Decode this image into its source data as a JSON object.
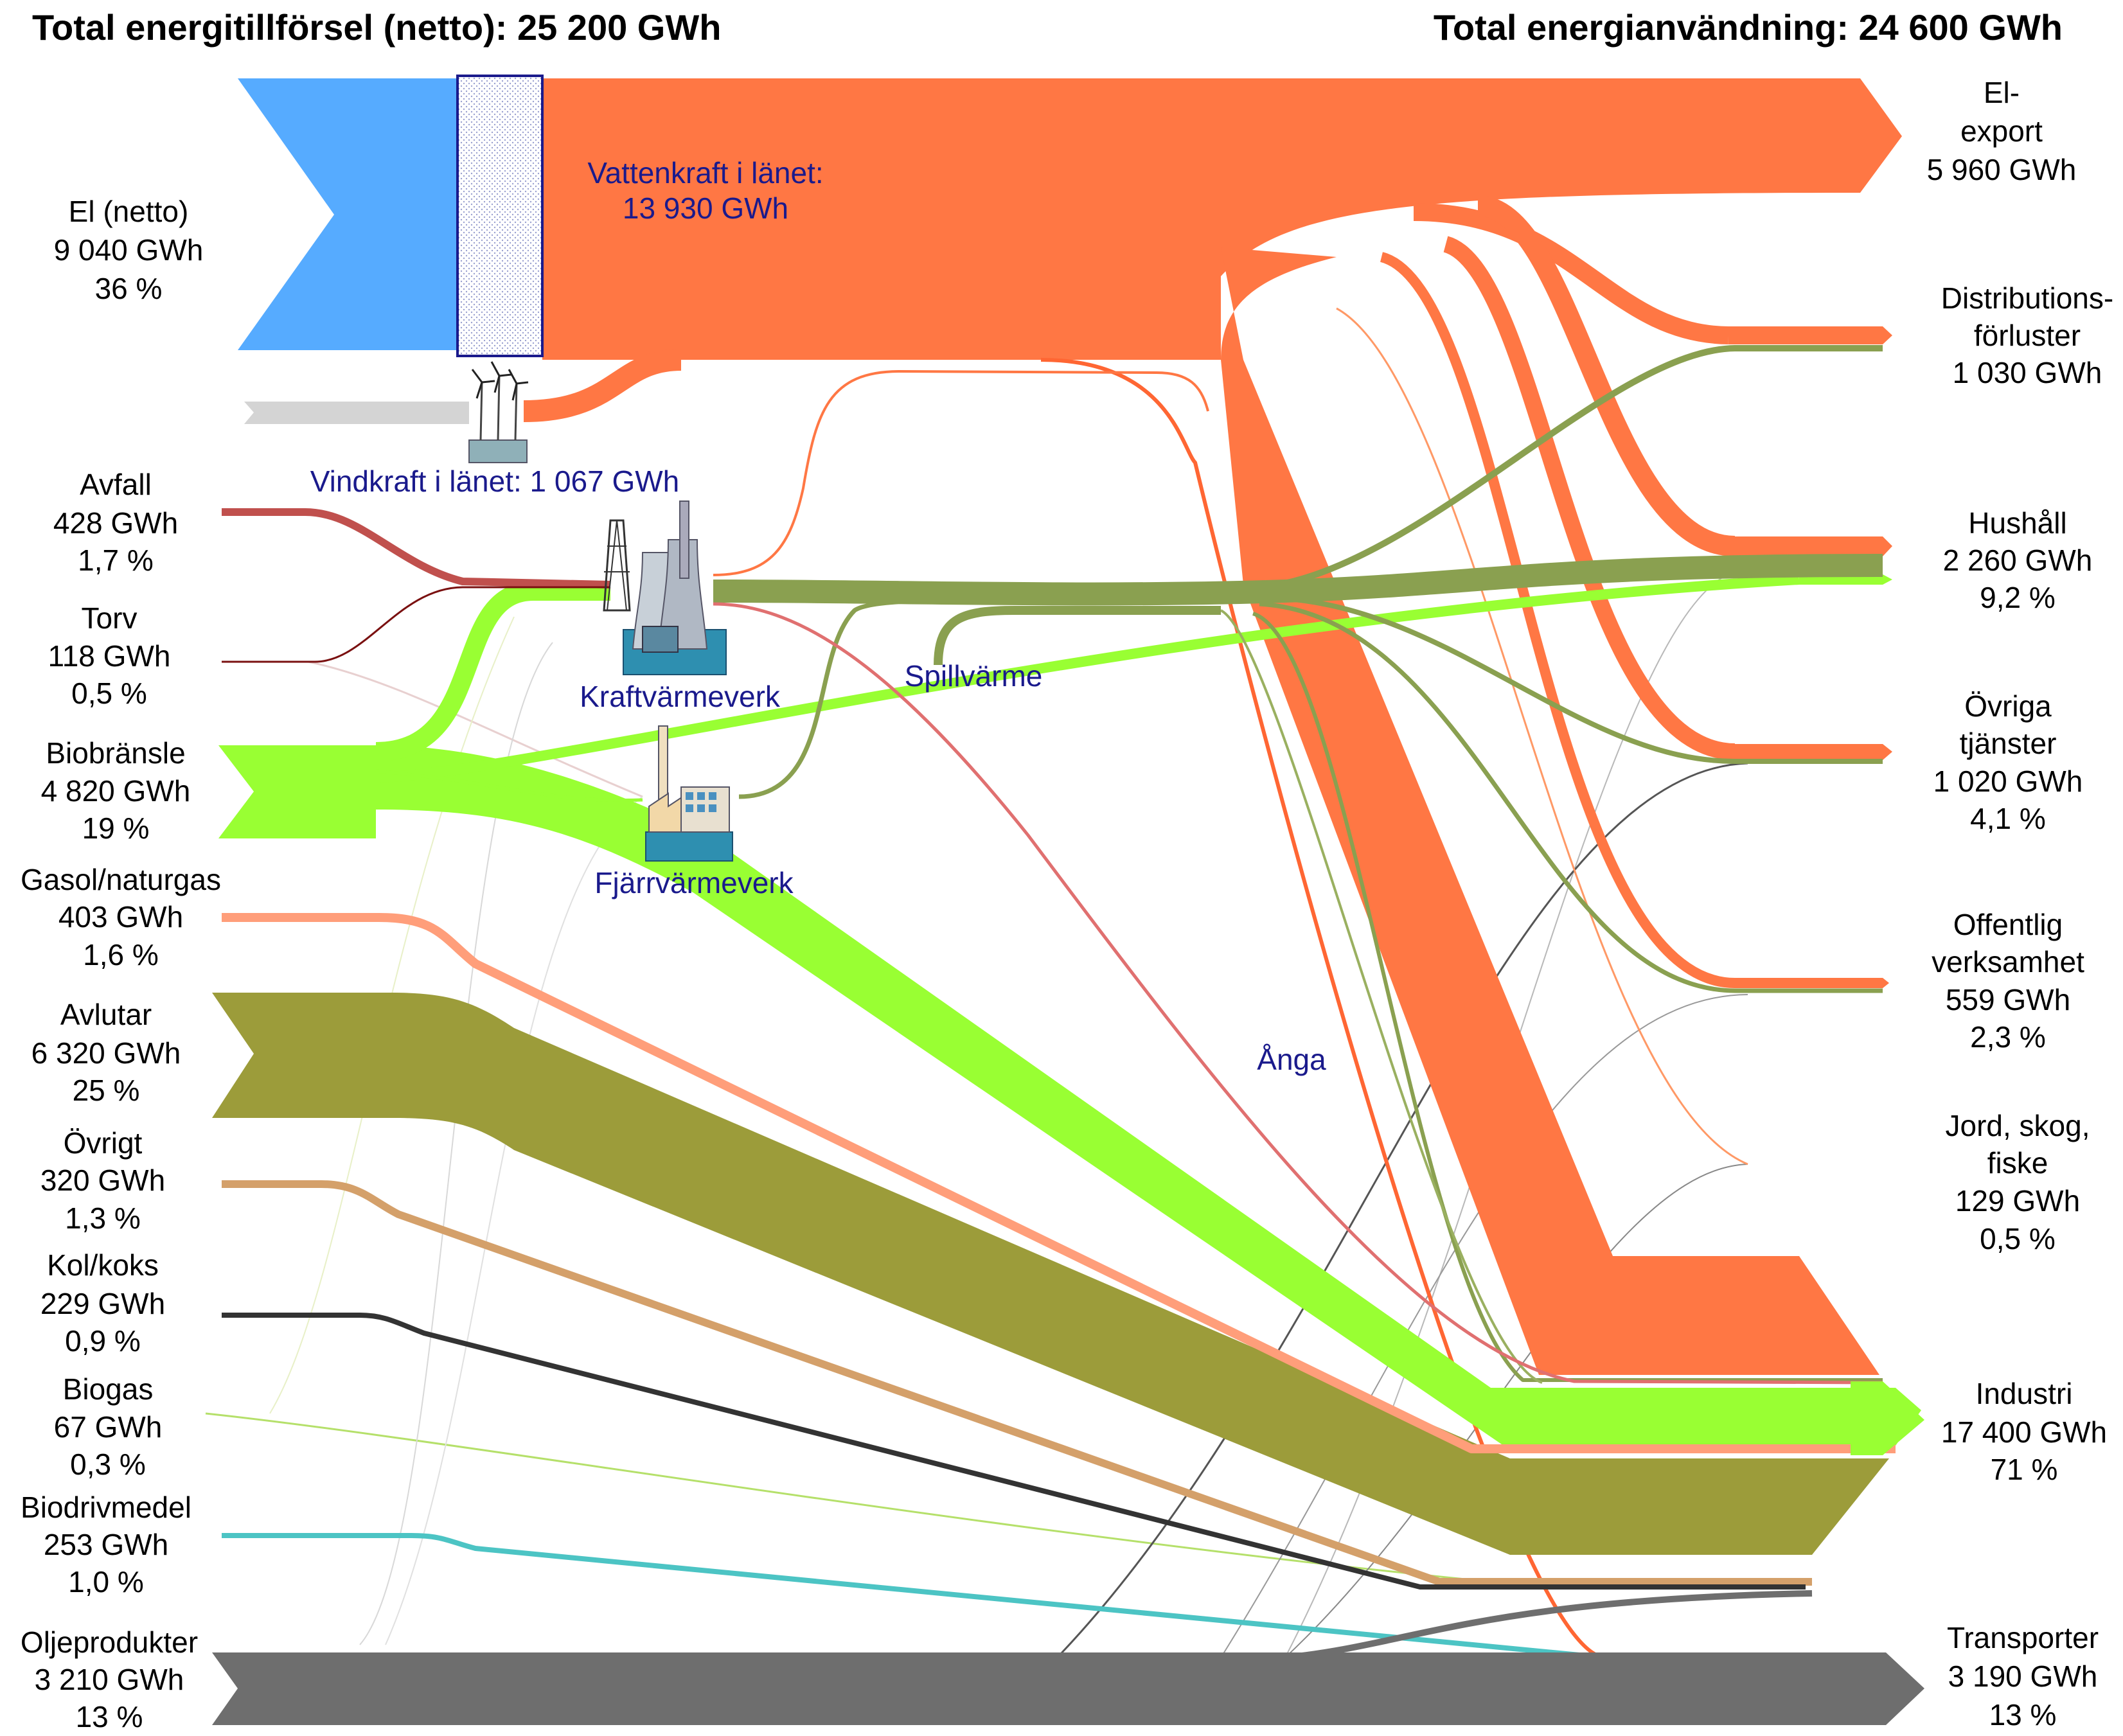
{
  "header": {
    "left_title": "Total energitillförsel (netto): 25 200 GWh",
    "right_title": "Total energianvändning: 24 600 GWh"
  },
  "sources": [
    {
      "id": "el",
      "lines": [
        "El (netto)",
        "9 040 GWh",
        "36 %"
      ],
      "color": "#56abff"
    },
    {
      "id": "avfall",
      "lines": [
        "Avfall",
        "428 GWh",
        "1,7 %"
      ],
      "color": "#c0504d"
    },
    {
      "id": "torv",
      "lines": [
        "Torv",
        "118 GWh",
        "0,5 %"
      ],
      "color": "#7a1010"
    },
    {
      "id": "biobransle",
      "lines": [
        "Biobränsle",
        "4 820 GWh",
        "19 %"
      ],
      "color": "#99ff33"
    },
    {
      "id": "gasol",
      "lines": [
        "Gasol/naturgas",
        "403 GWh",
        "1,6 %"
      ],
      "color": "#ff9e7a"
    },
    {
      "id": "avlutar",
      "lines": [
        "Avlutar",
        "6 320 GWh",
        "25 %"
      ],
      "color": "#9c9c3a"
    },
    {
      "id": "ovrigt",
      "lines": [
        "Övrigt",
        "320 GWh",
        "1,3 %"
      ],
      "color": "#d4a06a"
    },
    {
      "id": "kol",
      "lines": [
        "Kol/koks",
        "229 GWh",
        "0,9 %"
      ],
      "color": "#333333"
    },
    {
      "id": "biogas",
      "lines": [
        "Biogas",
        "67 GWh",
        "0,3 %"
      ],
      "color": "#b5e06a"
    },
    {
      "id": "biodrivmedel",
      "lines": [
        "Biodrivmedel",
        "253 GWh",
        "1,0 %"
      ],
      "color": "#4cc4c4"
    },
    {
      "id": "olja",
      "lines": [
        "Oljeprodukter",
        "3 210 GWh",
        "13 %"
      ],
      "color": "#6e6e6e"
    }
  ],
  "sinks": [
    {
      "id": "elexport",
      "lines": [
        "El-",
        "export",
        "5 960 GWh"
      ]
    },
    {
      "id": "distribution",
      "lines": [
        "Distributions-",
        "förluster",
        "1 030 GWh"
      ]
    },
    {
      "id": "hushall",
      "lines": [
        "Hushåll",
        "2 260 GWh",
        "9,2 %"
      ]
    },
    {
      "id": "ovrigatjanster",
      "lines": [
        "Övriga",
        "tjänster",
        "1 020 GWh",
        "4,1 %"
      ]
    },
    {
      "id": "offentlig",
      "lines": [
        "Offentlig",
        "verksamhet",
        "559 GWh",
        "2,3 %"
      ]
    },
    {
      "id": "jord",
      "lines": [
        "Jord, skog,",
        "fiske",
        "129 GWh",
        "0,5 %"
      ]
    },
    {
      "id": "industri",
      "lines": [
        "Industri",
        "17 400 GWh",
        "71 %"
      ]
    },
    {
      "id": "transporter",
      "lines": [
        "Transporter",
        "3 190 GWh",
        "13 %"
      ]
    }
  ],
  "annotations": {
    "vattenkraft": [
      "Vattenkraft i länet:",
      "13 930 GWh"
    ],
    "vindkraft": "Vindkraft i länet: 1 067 GWh",
    "kraftvarmeverk": "Kraftvärmeverk",
    "fjarrvarmeverk": "Fjärrvärmeverk",
    "spillvarme": "Spillvärme",
    "anga": "Ånga"
  },
  "colors": {
    "el_import": "#56abff",
    "electricity": "#ff7744",
    "biofuel": "#99ff33",
    "black_liquor": "#9c9c3a",
    "heat": "#8aa050",
    "oil": "#6e6e6e",
    "steam": "#e07070",
    "annotation_text": "#1a1a8c"
  }
}
